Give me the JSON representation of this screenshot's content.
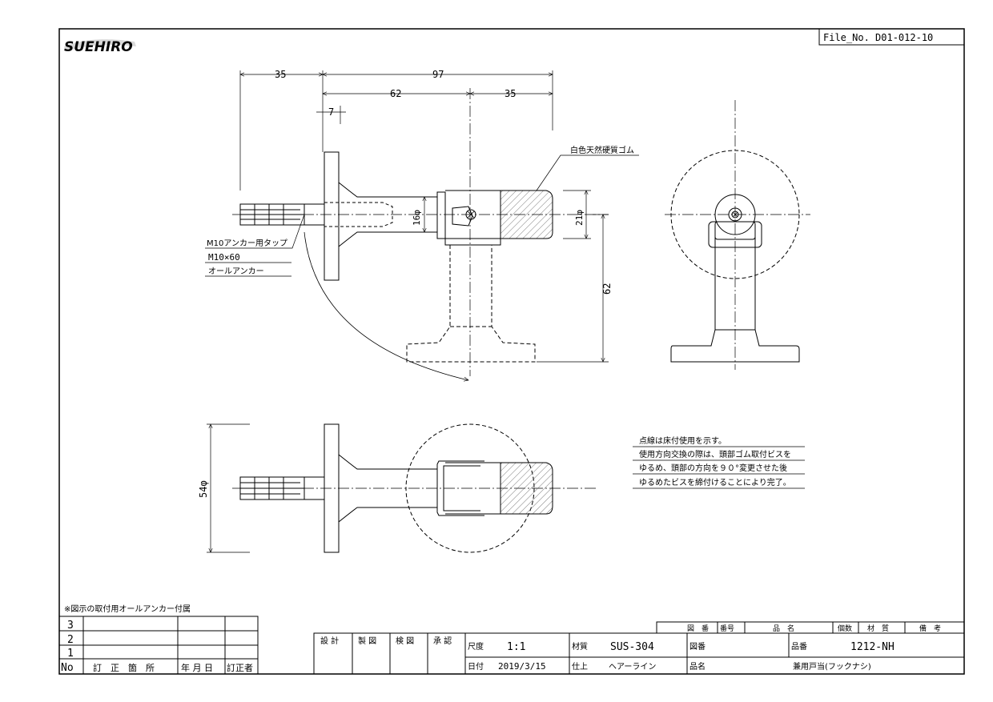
{
  "logo": "SUEHIRO",
  "file_no": "File_No. D01-012-10",
  "dims": {
    "d35_left": "35",
    "d97": "97",
    "d62_top": "62",
    "d35_right": "35",
    "d7": "7",
    "d16": "16φ",
    "d21": "21φ",
    "d62_vert": "62",
    "d54": "54φ"
  },
  "labels": {
    "rubber": "白色天然硬質ゴム",
    "tap": "M10アンカー用タップ",
    "anchor_size": "M10×60",
    "anchor_name": "オールアンカー"
  },
  "notes": [
    "点線は床付使用を示す。",
    "使用方向交換の際は、頭部ゴム取付ビスを",
    "ゆるめ、頭部の方向を９０°変更させた後",
    "ゆるめたビスを締付けることにより完了。"
  ],
  "footnote": "※図示の取付用オールアンカー付属",
  "revision": {
    "rows": [
      "3",
      "2",
      "1"
    ],
    "header": [
      "No",
      "訂　正　箇　所",
      "年 月 日",
      "訂正者"
    ]
  },
  "title_block": {
    "approvals": [
      "設 計",
      "製 図",
      "検 図",
      "承 認"
    ],
    "scale_label": "尺度",
    "scale": "1:1",
    "date_label": "日付",
    "date": "2019/3/15",
    "material_label": "材質",
    "material": "SUS-304",
    "finish_label": "仕上",
    "finish": "ヘアーライン",
    "drawing_no_label": "図番",
    "product_label": "品番",
    "product_no": "1212-NH",
    "name_label": "品名",
    "name": "兼用戸当(フックナシ)",
    "parts_header": [
      "図　番",
      "番号",
      "品　名",
      "個数",
      "材　質",
      "備　考"
    ]
  }
}
